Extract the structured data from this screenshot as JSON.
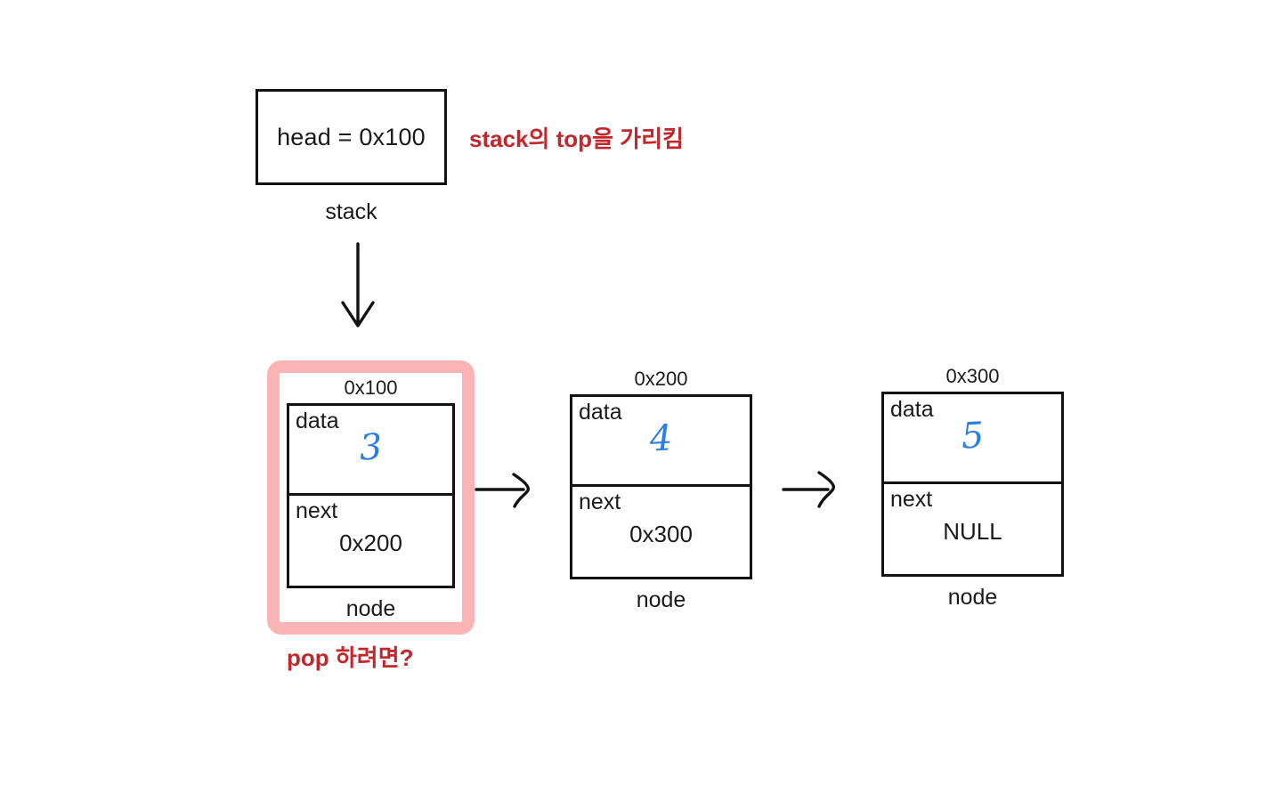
{
  "diagram": {
    "title_area": {
      "head_box_text": "head = 0x100",
      "stack_label": "stack"
    },
    "annotations": [
      {
        "id": "top-note",
        "text": "stack의 top을 가리킴",
        "color": "#c1272d"
      },
      {
        "id": "bottom-note",
        "text": "pop 하려면?",
        "color": "#c1272d"
      }
    ],
    "colors": {
      "highlight_pink": "#fab4b4",
      "annotation_red": "#c1272d",
      "handwriting_blue": "#2b7fe0",
      "stroke_black": "#111111",
      "background": "#ffffff"
    },
    "field_keys": {
      "data": "data",
      "next": "next"
    },
    "node_caption": "node",
    "nodes": [
      {
        "address": "0x100",
        "data_key": "data",
        "data_value": "3",
        "next_key": "next",
        "next_value": "0x200",
        "caption": "node",
        "highlighted": true
      },
      {
        "address": "0x200",
        "data_key": "data",
        "data_value": "4",
        "next_key": "next",
        "next_value": "0x300",
        "caption": "node",
        "highlighted": false
      },
      {
        "address": "0x300",
        "data_key": "data",
        "data_value": "5",
        "next_key": "next",
        "next_value": "NULL",
        "caption": "node",
        "highlighted": false
      }
    ],
    "arrows": [
      {
        "id": "stack-to-node0",
        "direction": "down",
        "name": "arrow-down-icon"
      },
      {
        "id": "node0-to-node1",
        "direction": "right",
        "name": "arrow-right-icon"
      },
      {
        "id": "node1-to-node2",
        "direction": "right",
        "name": "arrow-right-icon"
      }
    ]
  }
}
